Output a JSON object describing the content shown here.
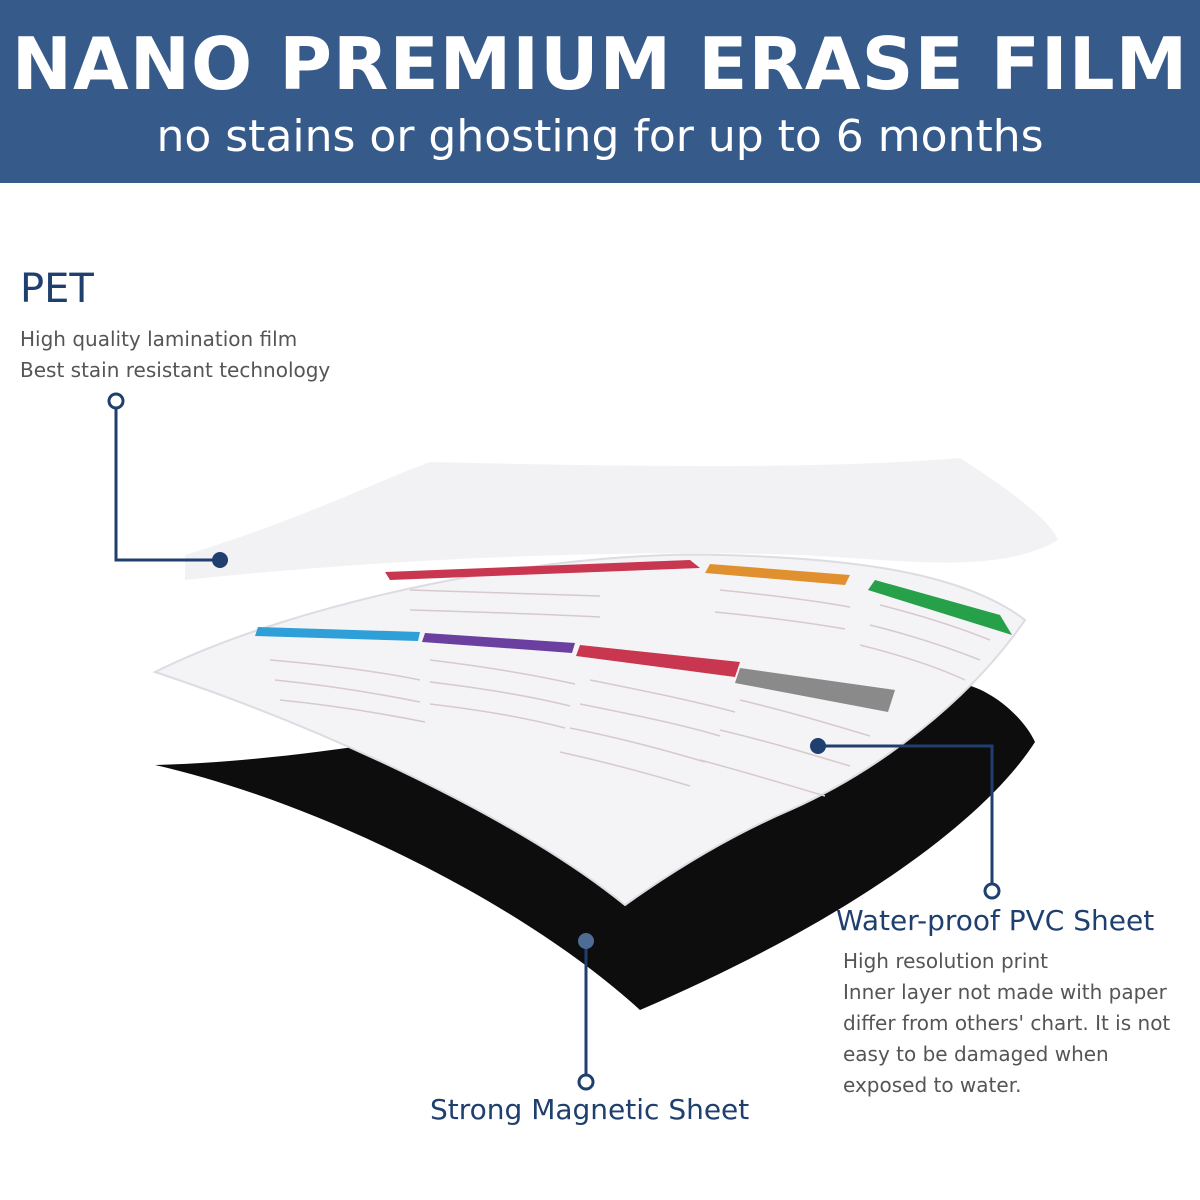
{
  "header": {
    "title": "NANO PREMIUM ERASE FILM",
    "subtitle": "no stains or ghosting for up to 6 months"
  },
  "layers": {
    "pet": {
      "title": "PET",
      "lines": [
        "High quality lamination film",
        "Best stain resistant technology"
      ]
    },
    "pvc": {
      "title": "Water-proof PVC Sheet",
      "lines": [
        "High resolution print",
        "Inner layer not made with paper",
        "differ from others' chart. It is not",
        "easy to be damaged when",
        "exposed to water."
      ]
    },
    "magnet": {
      "title": "Strong Magnetic Sheet"
    }
  },
  "colors": {
    "banner": "#365a8a",
    "accent": "#1f3f6e",
    "magnet": "#0d0d0d",
    "chart_red": "#c8374f",
    "chart_orange": "#e0902f",
    "chart_green": "#27a04a",
    "chart_blue": "#2f9fd8",
    "chart_purple": "#6a3fa0",
    "chart_gray": "#8a8a8a"
  }
}
